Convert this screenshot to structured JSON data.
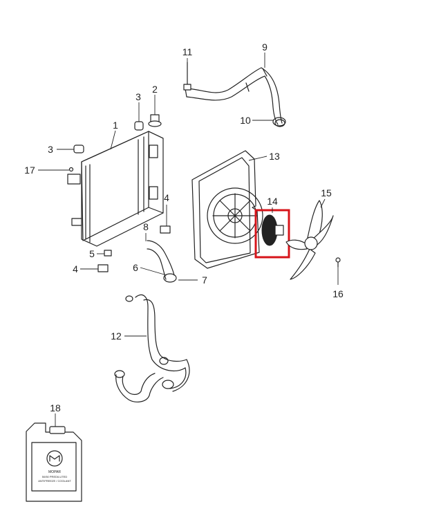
{
  "diagram": {
    "callouts": {
      "c1": "1",
      "c2": "2",
      "c3a": "3",
      "c3b": "3",
      "c4a": "4",
      "c4b": "4",
      "c5": "5",
      "c6": "6",
      "c7": "7",
      "c8": "8",
      "c9": "9",
      "c10": "10",
      "c11": "11",
      "c12": "12",
      "c13": "13",
      "c14": "14",
      "c15": "15",
      "c16": "16",
      "c17": "17",
      "c18": "18"
    },
    "highlight": {
      "part": "14",
      "color": "#d7141a"
    },
    "jug_label": {
      "brand": "MOPAR",
      "line1": "50/50 PREDILUTED",
      "line2": "ANTIFREEZE / COOLANT"
    }
  }
}
